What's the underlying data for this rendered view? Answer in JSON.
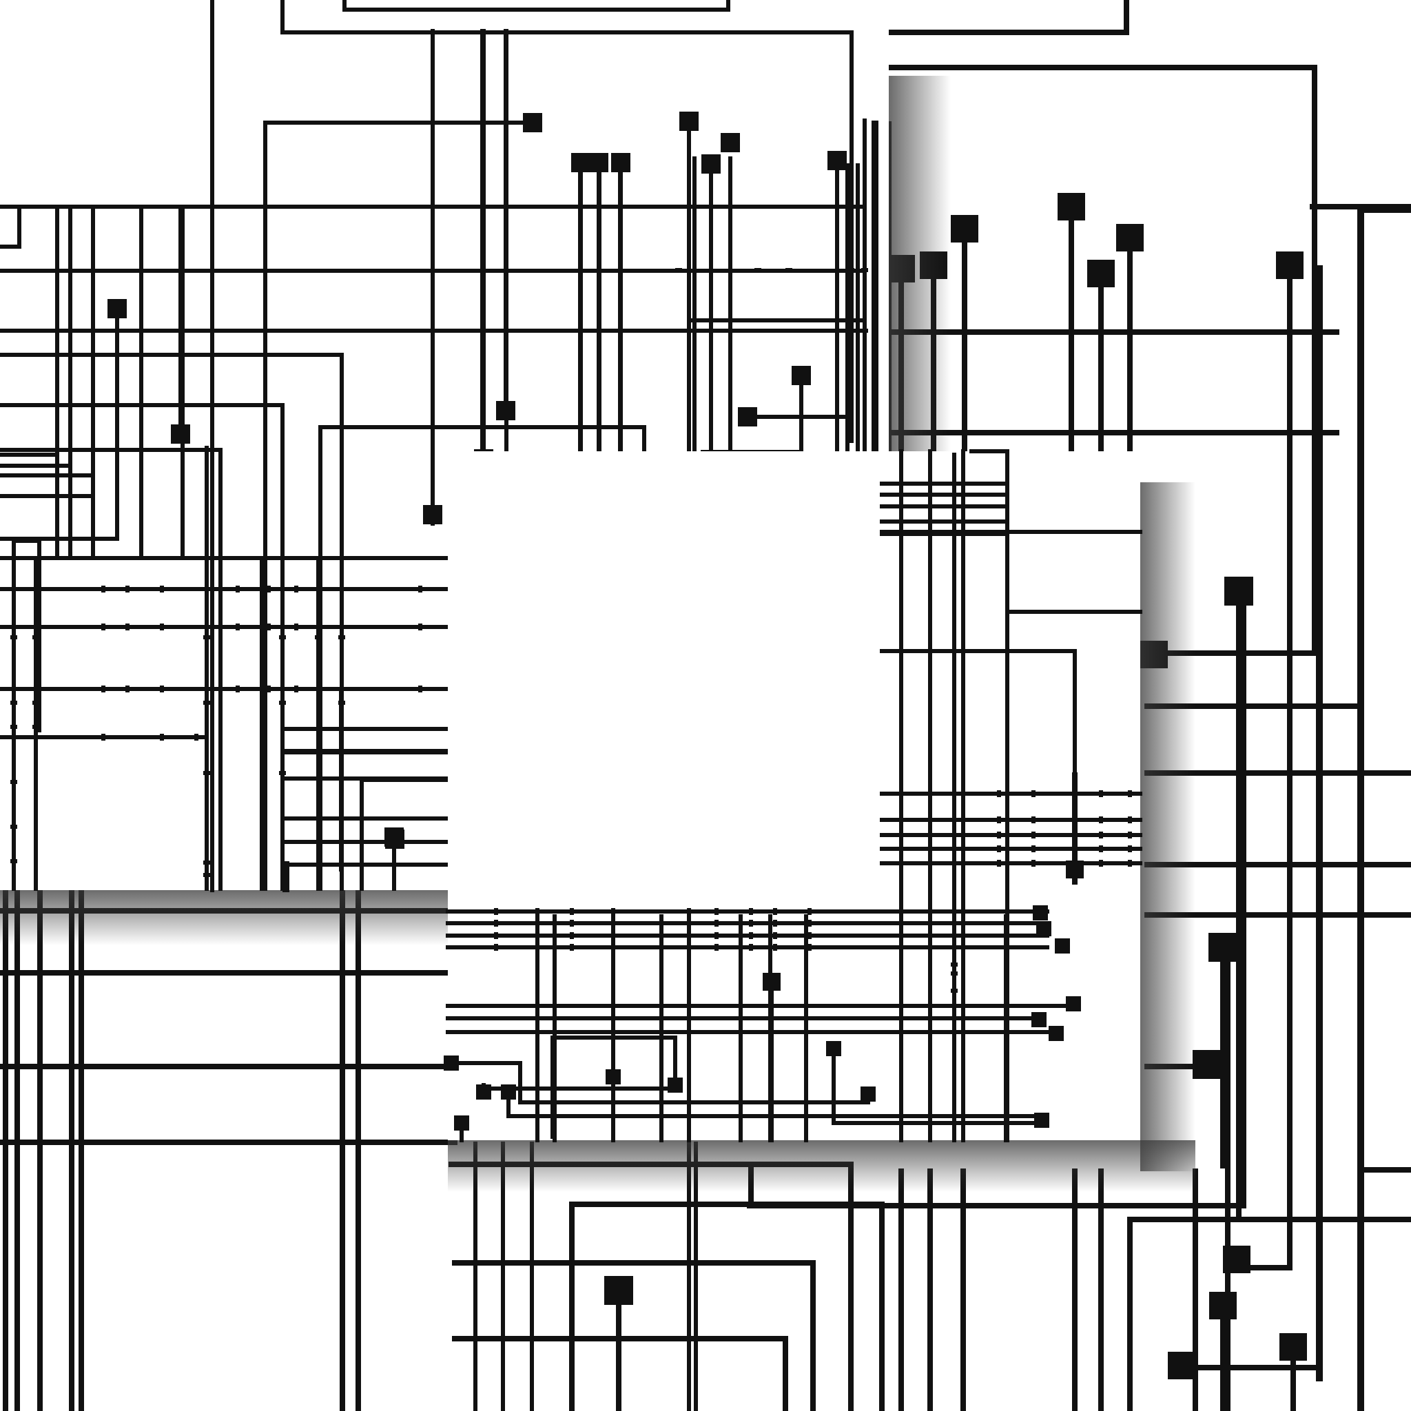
{
  "artwork": {
    "kind": "abstract circuit-board line art on overlapping paper sheets",
    "palette": {
      "background": "#ffffff",
      "ink": "#111111",
      "sheet": "#ffffff",
      "shadow": "#6e6e6e"
    },
    "icons": [
      "circuit-node-icon",
      "paper-sheet-icon"
    ],
    "layers": [
      "background-circuit",
      "sheet-1",
      "sheet-2"
    ]
  }
}
